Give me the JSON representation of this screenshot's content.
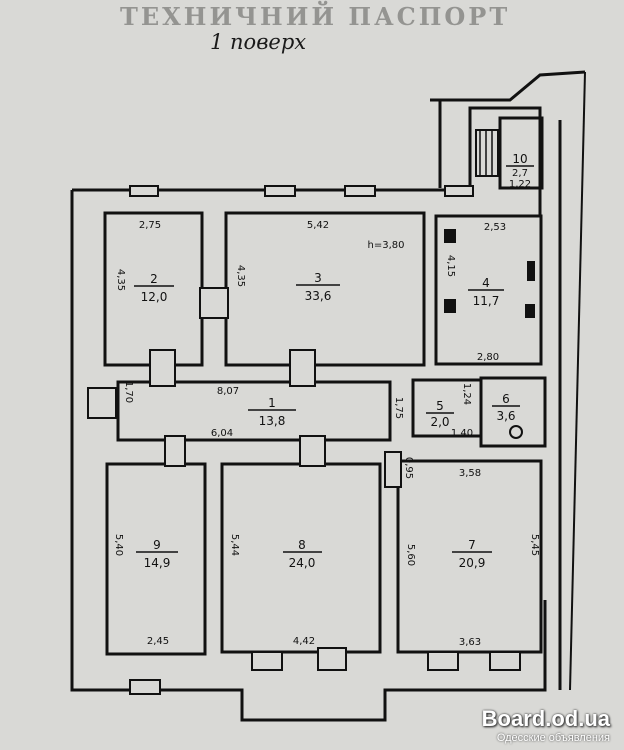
{
  "header": {
    "text": "ТЕХНИЧНИЙ ПАСПОРТ"
  },
  "floor_label": "1 поверх",
  "height_note": "h=3,80",
  "rooms": [
    {
      "number": "1",
      "area": "13,8"
    },
    {
      "number": "2",
      "area": "12,0"
    },
    {
      "number": "3",
      "area": "33,6"
    },
    {
      "number": "4",
      "area": "11,7"
    },
    {
      "number": "5",
      "area": "2,0"
    },
    {
      "number": "6",
      "area": "3,6"
    },
    {
      "number": "7",
      "area": "20,9"
    },
    {
      "number": "8",
      "area": "24,0"
    },
    {
      "number": "9",
      "area": "14,9"
    },
    {
      "number": "10",
      "area": "2,7"
    }
  ],
  "dimensions": {
    "r2_width": "2,75",
    "r2_height": "4,35",
    "r3_width": "5,42",
    "r3_height": "4,35",
    "r4_width": "2,53",
    "r4_height": "4,15",
    "r4_bottom": "2,80",
    "corr_top": "8,07",
    "corr_bottom": "6,04",
    "corr_left": "1,70",
    "corr_right": "1,75",
    "r5_height": "1,24",
    "r5_width": "1,40",
    "r7_width_top": "3,58",
    "r7_width_bottom": "3,63",
    "r7_left": "5,60",
    "r7_right": "5,45",
    "r8_left": "5,44",
    "r8_bottom": "4,42",
    "r9_left": "5,40",
    "r9_bottom": "2,45",
    "r10_width": "1,22",
    "door_dim": "0,95"
  },
  "watermark": {
    "site": "Board.od.ua",
    "caption": "Одесские объявления"
  }
}
